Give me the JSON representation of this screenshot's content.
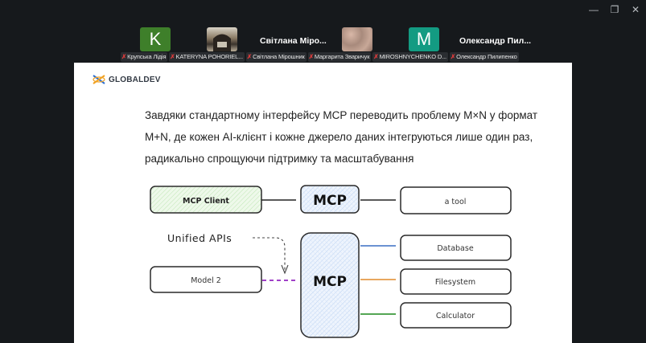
{
  "window_controls": {
    "minimize": "—",
    "restore": "❐",
    "close": "✕"
  },
  "participants": [
    {
      "avatar_letter": "K",
      "avatar_color": "#3e7f2a",
      "label": "Крупська Лідія",
      "muted": true
    },
    {
      "avatar_type": "photo",
      "label": "KATERYNA POHORIEL...",
      "muted": true
    },
    {
      "display_name": "Світлана Міро...",
      "label": "Світлана Мірошник",
      "muted": true
    },
    {
      "avatar_type": "photo",
      "label": "Маргарита Зваричук",
      "muted": true
    },
    {
      "avatar_letter": "M",
      "avatar_color": "#139b82",
      "label": "MIROSHNYCHENKO D...",
      "muted": true
    },
    {
      "display_name": "Олександр Пил...",
      "label": "Олександр Пилипенко",
      "muted": true
    }
  ],
  "slide": {
    "logo_text": "GLOBALDEV",
    "paragraph_lines": [
      "Завдяки стандартному інтерфейсу MCP переводить проблему M×N у формат",
      "M+N, де кожен AI-клієнт і кожне джерело даних інтегруються лише один раз,",
      "радикально спрощуючи підтримку та масштабування"
    ],
    "diagram": {
      "top_row": {
        "client": "MCP Client",
        "server": "MCP",
        "tool": "a tool"
      },
      "annotation": "Unified APIs",
      "model": "Model 2",
      "server": "MCP",
      "tools": [
        {
          "label": "Database",
          "line_color": "#3a6fc4"
        },
        {
          "label": "Filesystem",
          "line_color": "#e08a2a"
        },
        {
          "label": "Calculator",
          "line_color": "#3c9a3c"
        }
      ],
      "model_line_color": "#a040c8",
      "client_fill": "#e4f5e0",
      "server_fill": "#e2edfb"
    }
  }
}
